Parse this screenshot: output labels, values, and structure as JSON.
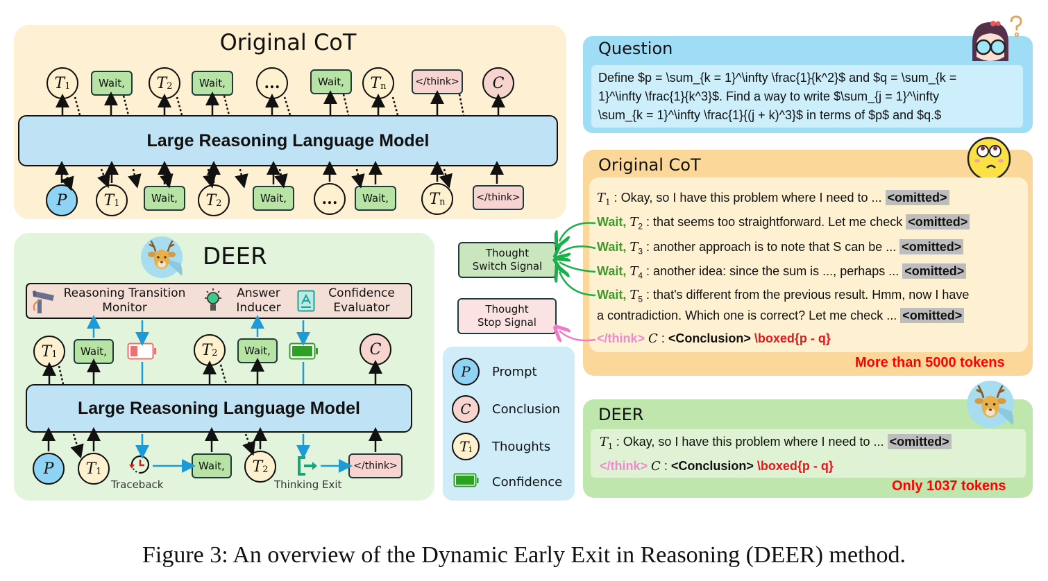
{
  "caption": "Figure 3: An overview of the Dynamic Early Exit in Reasoning (DEER) method.",
  "original_cot_diagram": {
    "title": "Original CoT",
    "model_label": "Large Reasoning Language Model",
    "outputs": [
      {
        "type": "thought",
        "label": "T",
        "sub": "1"
      },
      {
        "type": "wait",
        "label": "Wait,"
      },
      {
        "type": "thought",
        "label": "T",
        "sub": "2"
      },
      {
        "type": "wait",
        "label": "Wait,"
      },
      {
        "type": "ellipsis",
        "label": "..."
      },
      {
        "type": "wait",
        "label": "Wait,"
      },
      {
        "type": "thought",
        "label": "T",
        "sub": "n"
      },
      {
        "type": "think_end",
        "label": "</think>"
      },
      {
        "type": "conclusion",
        "label": "C"
      }
    ],
    "inputs": [
      {
        "type": "prompt",
        "label": "P"
      },
      {
        "type": "thought",
        "label": "T",
        "sub": "1"
      },
      {
        "type": "wait",
        "label": "Wait,"
      },
      {
        "type": "thought",
        "label": "T",
        "sub": "2"
      },
      {
        "type": "wait",
        "label": "Wait,"
      },
      {
        "type": "ellipsis",
        "label": "..."
      },
      {
        "type": "wait",
        "label": "Wait,"
      },
      {
        "type": "thought",
        "label": "T",
        "sub": "n"
      },
      {
        "type": "think_end",
        "label": "</think>"
      }
    ]
  },
  "deer_diagram": {
    "title": "DEER",
    "icon": "deer-icon",
    "modules": [
      {
        "icon": "surveillance-camera-icon",
        "label_line1": "Reasoning Transition",
        "label_line2": "Monitor"
      },
      {
        "icon": "lightbulb-icon",
        "label_line1": "Answer",
        "label_line2": "Inducer"
      },
      {
        "icon": "evaluation-document-icon",
        "label_line1": "Confidence",
        "label_line2": "Evaluator"
      }
    ],
    "model_label": "Large Reasoning Language Model",
    "outputs": [
      {
        "type": "thought",
        "label": "T",
        "sub": "1"
      },
      {
        "type": "wait",
        "label": "Wait,"
      },
      {
        "type": "battery",
        "level": 0.35,
        "color": "#f07070"
      },
      {
        "type": "thought",
        "label": "T",
        "sub": "2"
      },
      {
        "type": "wait",
        "label": "Wait,"
      },
      {
        "type": "battery",
        "level": 1.0,
        "color": "#2aa31f"
      },
      {
        "type": "conclusion",
        "label": "C"
      }
    ],
    "inputs": [
      {
        "type": "prompt",
        "label": "P"
      },
      {
        "type": "thought",
        "label": "T",
        "sub": "1"
      },
      {
        "type": "traceback",
        "label": "Traceback"
      },
      {
        "type": "wait",
        "label": "Wait,"
      },
      {
        "type": "thought",
        "label": "T",
        "sub": "2"
      },
      {
        "type": "thinking_exit",
        "label": "Thinking Exit"
      },
      {
        "type": "think_end",
        "label": "</think>"
      }
    ]
  },
  "signals": {
    "switch_line1": "Thought",
    "switch_line2": "Switch Signal",
    "stop_line1": "Thought",
    "stop_line2": "Stop Signal"
  },
  "legend": [
    {
      "symbol": "P",
      "label": "Prompt",
      "color": "#8fd3f5"
    },
    {
      "symbol": "C",
      "label": "Conclusion",
      "color": "#f8d4ce"
    },
    {
      "symbol": "T",
      "sub": "i",
      "label": "Thoughts",
      "color": "#fdf1cf"
    },
    {
      "symbol": "battery",
      "label": "Confidence",
      "color": "#2aa31f"
    }
  ],
  "question_panel": {
    "title": "Question",
    "text": "Define $p = \\sum_{k = 1}^\\infty \\frac{1}{k^2}$ and $q = \\sum_{k = 1}^\\infty \\frac{1}{k^3}$. Find a way to write $\\sum_{j = 1}^\\infty \\sum_{k = 1}^\\infty \\frac{1}{(j + k)^3}$ in terms of $p$ and $q.$",
    "line1": "Define $p = \\sum_{k = 1}^\\infty \\frac{1}{k^2}$ and $q = \\sum_{k =",
    "line2": "1}^\\infty \\frac{1}{k^3}$. Find a way to write $\\sum_{j = 1}^\\infty",
    "line3": "\\sum_{k = 1}^\\infty \\frac{1}{(j + k)^3}$ in terms of $p$ and $q.$",
    "icon": "girl-with-glasses-icon"
  },
  "original_cot_panel": {
    "title": "Original CoT",
    "icon": "confused-emoji-icon",
    "lines": [
      {
        "prefix": "",
        "t": "T",
        "sub": "1",
        "text": " : Okay, so I have this problem where I need to ... ",
        "omitted": "<omitted>"
      },
      {
        "prefix": "Wait, ",
        "t": "T",
        "sub": "2",
        "text": " : that seems too straightforward. Let me check ",
        "omitted": "<omitted>"
      },
      {
        "prefix": "Wait, ",
        "t": "T",
        "sub": "3",
        "text": " : another approach is to note that S can be ... ",
        "omitted": "<omitted>"
      },
      {
        "prefix": "Wait, ",
        "t": "T",
        "sub": "4",
        "text": " : another idea: since the sum is ..., perhaps ... ",
        "omitted": "<omitted>"
      },
      {
        "prefix": "Wait, ",
        "t": "T",
        "sub": "5",
        "text": " : that's different from the previous result. Hmm, now I have",
        "omitted": ""
      }
    ],
    "continuation": "a contradiction. Which one is correct? Let me check ... ",
    "continuation_omitted": "<omitted>",
    "final": {
      "think": "</think>",
      "c": "C",
      "sep": " : ",
      "conclusion": "<Conclusion>",
      "boxed": "\\boxed{p - q}"
    },
    "token_note": "More than 5000 tokens"
  },
  "deer_panel": {
    "title": "DEER",
    "icon": "deer-icon",
    "line1": {
      "t": "T",
      "sub": "1",
      "text": " : Okay, so I have this problem where I need to ... ",
      "omitted": "<omitted>"
    },
    "final": {
      "think": "</think>",
      "c": "C",
      "sep": " : ",
      "conclusion": "<Conclusion>",
      "boxed": "\\boxed{p - q}"
    },
    "token_note": "Only 1037 tokens"
  }
}
